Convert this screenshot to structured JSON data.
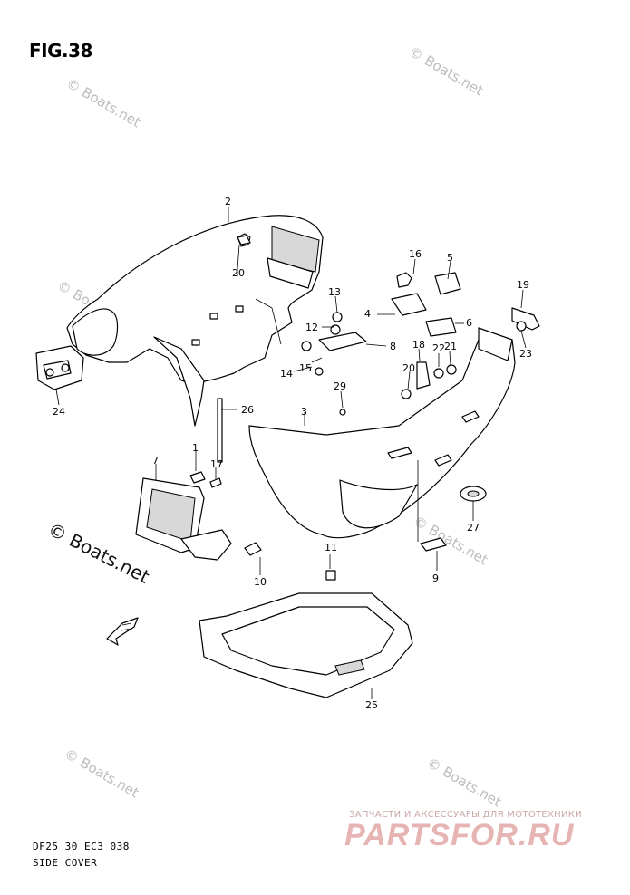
{
  "figure": {
    "title": "FIG.38",
    "copyright": "© Boats.net",
    "watermark_text": "© Boats.net",
    "code": "DF25 30 EC3  038",
    "name": "SIDE COVER"
  },
  "shop": {
    "tagline": "ЗАПЧАСТИ И АКСЕССУАРЫ ДЛЯ МОТОТЕХНИКИ",
    "logo": "PARTSFOR.RU"
  },
  "callouts": [
    "1",
    "2",
    "3",
    "4",
    "5",
    "6",
    "7",
    "8",
    "9",
    "10",
    "11",
    "12",
    "13",
    "14",
    "15",
    "16",
    "17",
    "18",
    "19",
    "20",
    "21",
    "22",
    "23",
    "24",
    "25",
    "26",
    "27",
    "29"
  ]
}
